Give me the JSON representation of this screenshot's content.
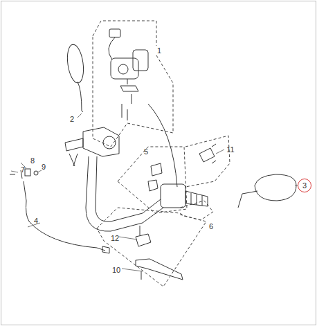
{
  "diagram": {
    "nodes": [
      {
        "text": [
          "3"
        ]
      }
    ],
    "labels": [
      "1",
      "2",
      "5",
      "11",
      "7",
      "8",
      "9",
      "4",
      "6",
      "12",
      "10"
    ]
  }
}
